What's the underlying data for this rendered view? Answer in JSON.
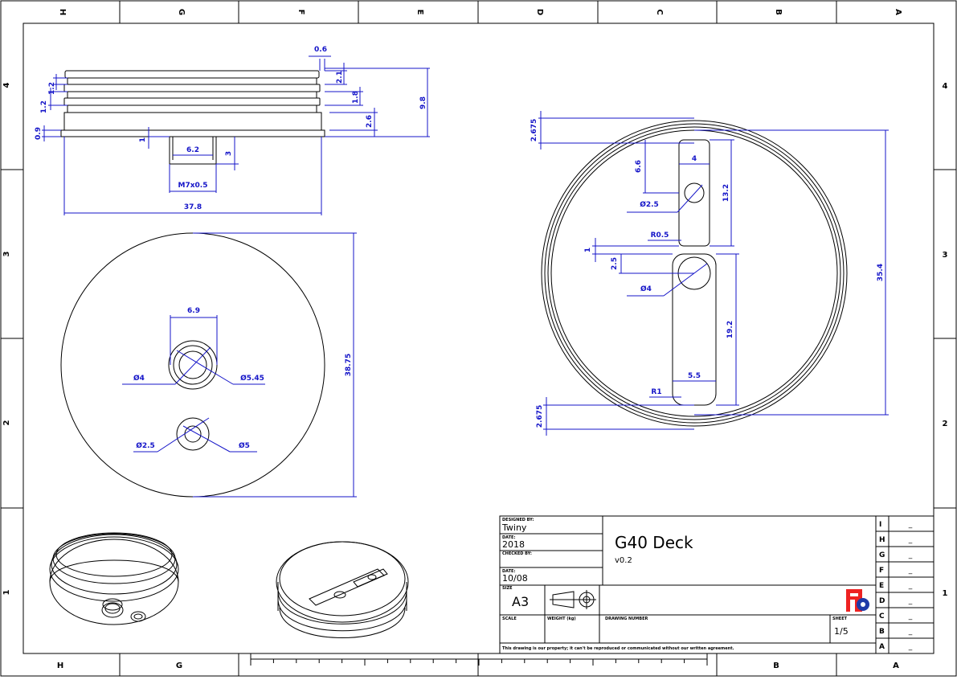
{
  "zones": {
    "columns": [
      "H",
      "G",
      "F",
      "E",
      "D",
      "C",
      "B",
      "A"
    ],
    "rows": [
      "4",
      "3",
      "2",
      "1"
    ]
  },
  "title_block": {
    "designed_by_label": "DESIGNED BY:",
    "designed_by": "Twiny",
    "date_label": "DATE:",
    "date": "2018",
    "checked_by_label": "CHECKED BY:",
    "checked_date_label": "DATE:",
    "checked_date": "10/08",
    "size_label": "SIZE",
    "size": "A3",
    "title": "G40 Deck",
    "version": "v0.2",
    "scale_label": "SCALE",
    "weight_label": "WEIGHT (kg)",
    "drawing_number_label": "DRAWING NUMBER",
    "sheet_label": "SHEET",
    "sheet": "1/5",
    "disclaimer": "This drawing is our property; it can't be reproduced or communicated without our written agreement.",
    "revisions": [
      {
        "letter": "I",
        "value": "_"
      },
      {
        "letter": "H",
        "value": "_"
      },
      {
        "letter": "G",
        "value": "_"
      },
      {
        "letter": "F",
        "value": "_"
      },
      {
        "letter": "E",
        "value": "_"
      },
      {
        "letter": "D",
        "value": "_"
      },
      {
        "letter": "C",
        "value": "_"
      },
      {
        "letter": "B",
        "value": "_"
      },
      {
        "letter": "A",
        "value": "_"
      }
    ]
  },
  "dimensions": {
    "side_view": {
      "d_0_6": "0.6",
      "d_2_1": "2.1",
      "d_1_8": "1.8",
      "d_2_6": "2.6",
      "d_9_8": "9.8",
      "d_1_2a": "1.2",
      "d_1_2b": "1.2",
      "d_0_9": "0.9",
      "d_1": "1",
      "d_6_2": "6.2",
      "d_3": "3",
      "thread": "M7x0.5",
      "d_37_8": "37.8"
    },
    "bottom_view": {
      "d_6_9": "6.9",
      "d_4": "Ø4",
      "d_5_45": "Ø5.45",
      "d_2_5": "Ø2.5",
      "d_5": "Ø5",
      "d_38_75": "38.75"
    },
    "top_view": {
      "d_2_675a": "2.675",
      "d_6_6": "6.6",
      "d_4w": "4",
      "d_13_2": "13.2",
      "d_2_5": "Ø2.5",
      "r_0_5": "R0.5",
      "d_1": "1",
      "d_2_5v": "2.5",
      "d_4": "Ø4",
      "d_35_4": "35.4",
      "d_19_2": "19.2",
      "d_5_5": "5.5",
      "r_1": "R1",
      "d_2_675b": "2.675"
    }
  }
}
